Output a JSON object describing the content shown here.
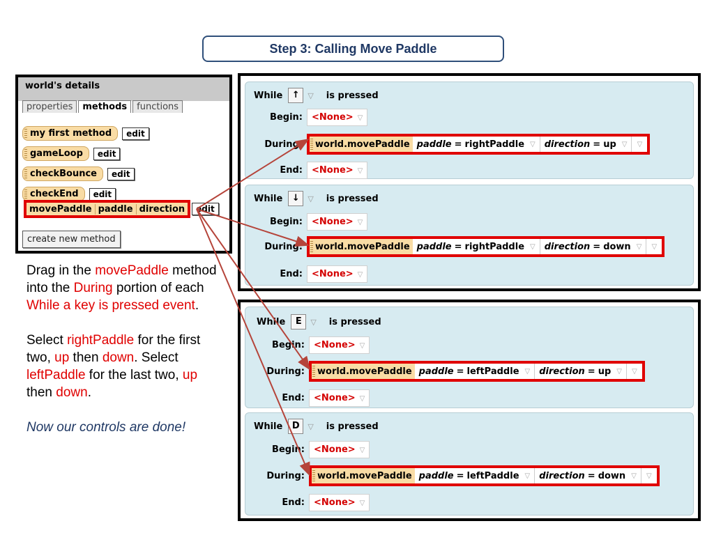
{
  "title": "Step 3: Calling Move Paddle",
  "details": {
    "header": "world's details",
    "tabs": [
      "properties",
      "methods",
      "functions"
    ],
    "methods": [
      {
        "name": "my first method",
        "edit": "edit"
      },
      {
        "name": "gameLoop",
        "edit": "edit"
      },
      {
        "name": "checkBounce",
        "edit": "edit"
      },
      {
        "name": "checkEnd",
        "edit": "edit"
      }
    ],
    "movePaddle": {
      "name": "movePaddle",
      "param1": "paddle",
      "param2": "direction",
      "edit": "edit"
    },
    "create_button": "create new method"
  },
  "instructions": {
    "p1": [
      "Drag in the ",
      "movePaddle",
      " method into the ",
      "During",
      " portion of each ",
      "While a key is pressed event",
      "."
    ],
    "p2": [
      "Select ",
      "rightPaddle",
      " for the first two, ",
      "up",
      " then ",
      "down",
      ". Select ",
      "leftPaddle",
      " for the last two, ",
      "up",
      " then ",
      "down",
      "."
    ],
    "p3": "Now our controls are done!"
  },
  "labels": {
    "while": "While",
    "is_pressed": "is pressed",
    "begin": "Begin:",
    "during": "During:",
    "end": "End:",
    "none": "<None>",
    "method_call": "world.movePaddle",
    "paddle_param": "paddle",
    "direction_param": "direction",
    "equals": "="
  },
  "events": [
    {
      "key": "↑",
      "paddle": "rightPaddle",
      "direction": "up"
    },
    {
      "key": "↓",
      "paddle": "rightPaddle",
      "direction": "down"
    },
    {
      "key": "E",
      "paddle": "leftPaddle",
      "direction": "up"
    },
    {
      "key": "D",
      "paddle": "leftPaddle",
      "direction": "down"
    }
  ],
  "colors": {
    "highlight": "#e00000",
    "event_bg": "#d7ebf1",
    "method_bg": "#f9dca5",
    "title": "#1f3864"
  }
}
